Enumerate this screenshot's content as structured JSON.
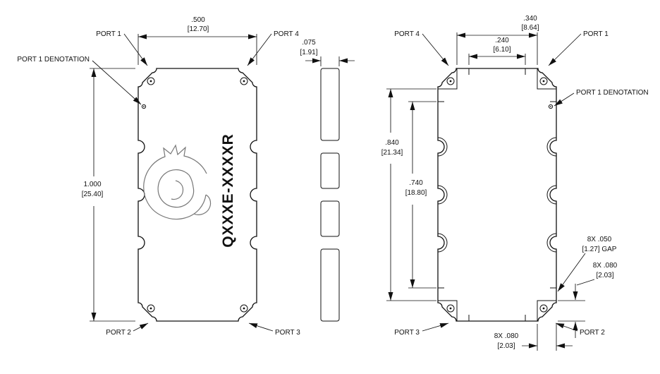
{
  "part_number": "QXXXE-XXXXR",
  "top_view": {
    "port1": "PORT 1",
    "port2": "PORT 2",
    "port3": "PORT 3",
    "port4": "PORT 4",
    "denotation": "PORT 1 DENOTATION",
    "width_in": ".500",
    "width_mm": "[12.70]",
    "length_in": "1.000",
    "length_mm": "[25.40]"
  },
  "side_view": {
    "thickness_in": ".075",
    "thickness_mm": "[1.91]"
  },
  "bottom_view": {
    "port1": "PORT 1",
    "port2": "PORT 2",
    "port3": "PORT 3",
    "port4": "PORT 4",
    "denotation": "PORT 1 DENOTATION",
    "pad_span_outer_in": ".340",
    "pad_span_outer_mm": "[8.64]",
    "pad_span_inner_in": ".240",
    "pad_span_inner_mm": "[6.10]",
    "pad_len_outer_in": ".840",
    "pad_len_outer_mm": "[21.34]",
    "pad_len_inner_in": ".740",
    "pad_len_inner_mm": "[18.80]",
    "gap_line1": "8X .050",
    "gap_line2": "[1.27] GAP",
    "pad_h_line1": "8X .080",
    "pad_h_line2": "[2.03]",
    "pad_w_line1": "8X .080",
    "pad_w_line2": "[2.03]"
  }
}
